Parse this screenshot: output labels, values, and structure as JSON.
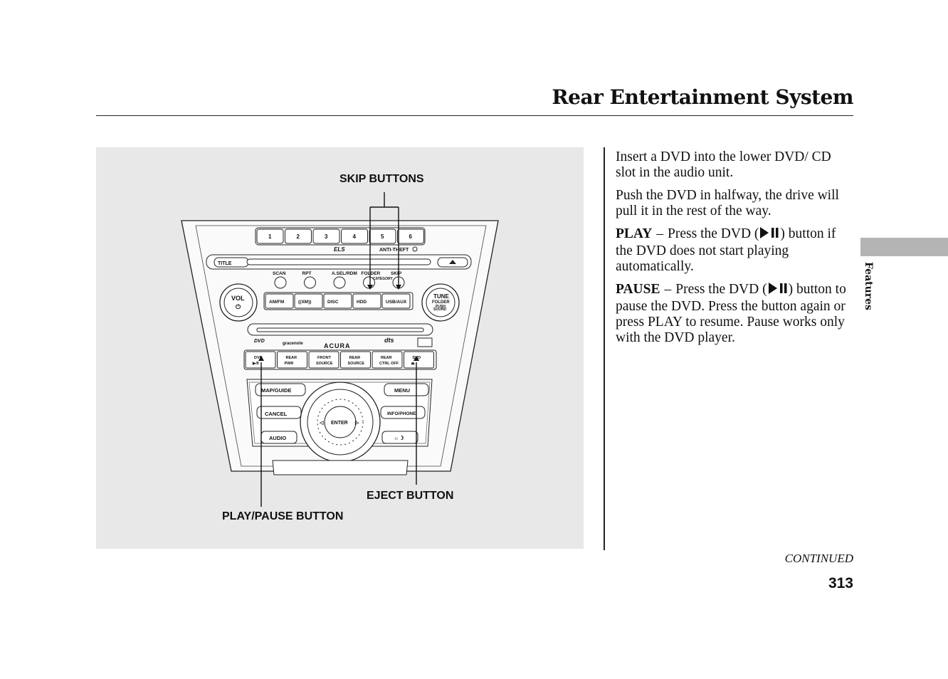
{
  "header": {
    "title": "Rear Entertainment System"
  },
  "figure": {
    "callouts": {
      "skip": "SKIP BUTTONS",
      "eject": "EJECT BUTTON",
      "play_pause": "PLAY/PAUSE BUTTON"
    },
    "panel": {
      "presets": [
        "1",
        "2",
        "3",
        "4",
        "5",
        "6"
      ],
      "anti_theft": "ANTI-THEFT",
      "title_btn": "TITLE",
      "upper_labels": [
        "SCAN",
        "RPT",
        "A.SEL/RDM",
        "FOLDER",
        "SKIP"
      ],
      "category": "CATEGORY",
      "vol": "VOL",
      "sources": [
        "AM/FM",
        "((XM))",
        "DISC",
        "HDD",
        "USB/AUX"
      ],
      "tune": "TUNE",
      "tune_folder": "FOLDER",
      "tune_push": "PUSH",
      "tune_sound": "SOUND",
      "brand": "ACURA",
      "gracenote": "gracenote",
      "dts": "dts",
      "rear_controls": [
        {
          "top": "DVD",
          "bottom": "▶/II"
        },
        {
          "top": "REAR",
          "bottom": "PWR"
        },
        {
          "top": "FRONT",
          "bottom": "SOURCE"
        },
        {
          "top": "REAR",
          "bottom": "SOURCE"
        },
        {
          "top": "REAR",
          "bottom": "CTRL OFF"
        },
        {
          "top": "DVD",
          "bottom": "⏏"
        }
      ],
      "map_guide": "MAP/GUIDE",
      "menu": "MENU",
      "cancel": "CANCEL",
      "info_phone": "INFO/PHONE",
      "audio": "AUDIO",
      "enter": "ENTER",
      "day_night": "☼☽"
    }
  },
  "body": {
    "p1": "Insert a DVD into the lower DVD/ CD slot in the audio unit.",
    "p2": "Push the DVD in halfway, the drive will pull it in the rest of the way.",
    "play_term": "PLAY",
    "play_pre": "Press the DVD (",
    "play_post": ") button if the DVD does not start playing automatically.",
    "pause_term": "PAUSE",
    "pause_pre": "Press the DVD (",
    "pause_post": ") button to pause the DVD. Press the button again or press PLAY to resume. Pause works only with the DVD player."
  },
  "side_tab": {
    "label": "Features"
  },
  "footer": {
    "continued": "CONTINUED",
    "page_number": "313"
  }
}
